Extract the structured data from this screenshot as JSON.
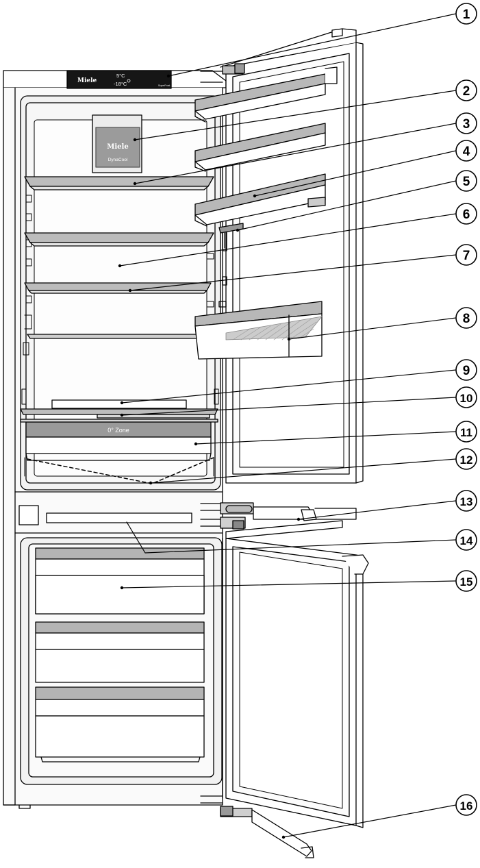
{
  "control_panel": {
    "brand": "Miele",
    "fridge_temp": "5°C",
    "freezer_temp": "-18°C",
    "panel_small_text": "SuperFrost"
  },
  "dynacool": {
    "brand": "Miele",
    "label": "DynaCool"
  },
  "zero_zone": {
    "label": "0° Zone"
  },
  "callouts": [
    "1",
    "2",
    "3",
    "4",
    "5",
    "6",
    "7",
    "8",
    "9",
    "10",
    "11",
    "12",
    "13",
    "14",
    "15",
    "16"
  ]
}
